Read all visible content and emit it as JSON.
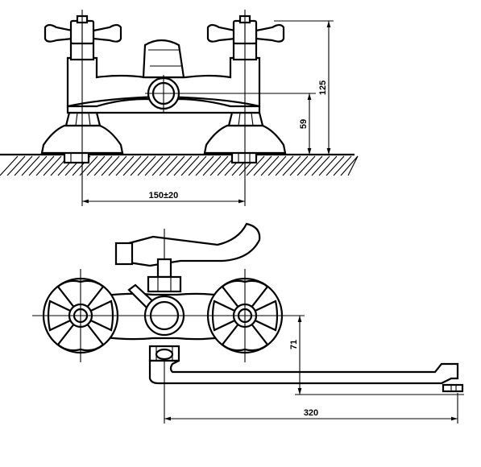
{
  "dimensions": {
    "total_height": "125",
    "body_height": "59",
    "mount_spacing": "150±20",
    "spout_drop": "71",
    "spout_length": "320"
  },
  "colors": {
    "line": "#000000",
    "background": "#ffffff"
  }
}
